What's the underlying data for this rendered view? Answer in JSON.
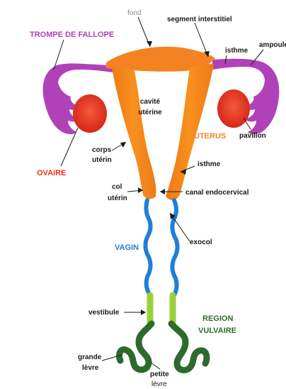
{
  "colors": {
    "trompe": "#b041b8",
    "uterus": "#f58220",
    "ovaire": "#e8321e",
    "vagin": "#1f7fd6",
    "vestibule": "#9bd03a",
    "vulve": "#2d6a2d",
    "text": "#1a1a1a"
  },
  "labels": {
    "fond": "fond",
    "segment_interstitiel": "segment interstitiel",
    "trompe_de_fallope": "TROMPE DE FALLOPE",
    "isthme_trompe": "isthme",
    "ampoule": "ampoule",
    "cavite": "cavité",
    "uterine": "utérine",
    "uterus": "UTERUS",
    "pavillon": "pavillon",
    "corps": "corps",
    "uterin": "utérin",
    "ovaire": "OVAIRE",
    "isthme_uterus": "isthme",
    "col": "col",
    "uterin2": "utérin",
    "canal_endocervical": "canal endocervical",
    "vagin": "VAGIN",
    "exocol": "exocol",
    "vestibule": "vestibule",
    "region": "REGION",
    "vulvaire": "VULVAIRE",
    "grande": "grande",
    "levre": "lèvre",
    "petite": "petite",
    "levre2": "lèvre"
  },
  "icons": [
    "uterus-anatomy-diagram"
  ]
}
